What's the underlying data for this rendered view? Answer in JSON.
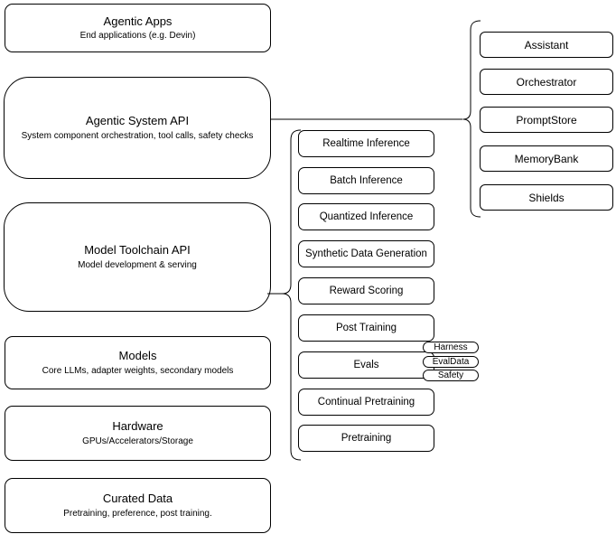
{
  "diagram": {
    "left_stack": [
      {
        "title": "Agentic Apps",
        "subtitle": "End applications (e.g. Devin)"
      },
      {
        "title": "Agentic System API",
        "subtitle": "System component orchestration, tool calls, safety checks"
      },
      {
        "title": "Model Toolchain API",
        "subtitle": "Model development & serving"
      },
      {
        "title": "Models",
        "subtitle": "Core LLMs, adapter weights, secondary models"
      },
      {
        "title": "Hardware",
        "subtitle": "GPUs/Accelerators/Storage"
      },
      {
        "title": "Curated Data",
        "subtitle": "Pretraining, preference, post training."
      }
    ],
    "toolchain_items": [
      "Realtime Inference",
      "Batch Inference",
      "Quantized Inference",
      "Synthetic Data Generation",
      "Reward Scoring",
      "Post Training",
      "Evals",
      "Continual Pretraining",
      "Pretraining"
    ],
    "eval_tags": [
      "Harness",
      "EvalData",
      "Safety"
    ],
    "system_components": [
      "Assistant",
      "Orchestrator",
      "PromptStore",
      "MemoryBank",
      "Shields"
    ],
    "colors": {
      "stroke": "#000000",
      "background": "#ffffff",
      "text": "#000000"
    }
  }
}
